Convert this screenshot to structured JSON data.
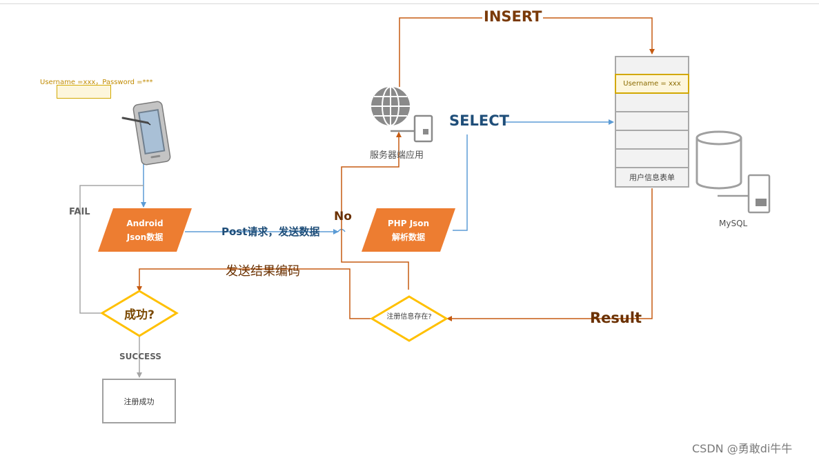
{
  "diagram": {
    "input_caption": "Username =xxx，Password =***",
    "insert_label": "INSERT",
    "select_label": "SELECT",
    "server_label": "服务器端应用",
    "fail_label": "FAIL",
    "android_label": "Android Json数据",
    "post_label": "Post请求，发送数据",
    "no_label": "No",
    "php_label": "PHP Json 解析数据",
    "send_result_label": "发送结果编码",
    "success_question": "成功?",
    "exists_question": "注册信息存在?",
    "success_label": "SUCCESS",
    "register_success": "注册成功",
    "table_highlight_row": "Username = xxx",
    "table_name": "用户信息表单",
    "result_label": "Result",
    "mysql_label": "MySQL",
    "watermark": "CSDN @勇敢di牛牛"
  },
  "colors": {
    "orange_fill": "#ed7d31",
    "gold": "#ffc000",
    "blue_line": "#5b9bd5",
    "brown_line": "#c55a11",
    "gray_line": "#a5a5a5"
  }
}
